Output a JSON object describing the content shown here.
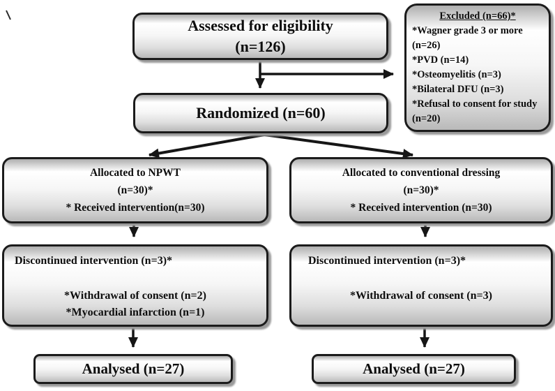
{
  "diagram": {
    "type": "consort-flowchart",
    "background": "#ffffff",
    "colors": {
      "box_border": "#1b1b1b",
      "box_fill_light": "#f6f6f6",
      "box_fill_dark": "#b9b9b9",
      "box_shadow": "#9a9a9a",
      "arrow": "#161616",
      "text": "#0d0d0d"
    }
  },
  "flowchart": {
    "stray_mark": "\\",
    "assessed": {
      "line1": "Assessed for eligibility",
      "line2": "(n=126)"
    },
    "excluded": {
      "title": "Excluded (n=66)*",
      "items": [
        "*Wagner grade 3 or more (n=26)",
        "*PVD (n=14)",
        "*Osteomyelitis (n=3)",
        "*Bilateral DFU (n=3)",
        "*Refusal to consent for study (n=20)"
      ]
    },
    "randomized": {
      "label": "Randomized (n=60)"
    },
    "npwt_allocation": {
      "line1": "Allocated to NPWT",
      "line2": "(n=30)*",
      "line3": "* Received intervention(n=30)"
    },
    "conventional_allocation": {
      "line1": "Allocated to conventional dressing",
      "line2": "(n=30)*",
      "line3": "* Received intervention (n=30)"
    },
    "npwt_discontinued": {
      "title": "Discontinued intervention (n=3)*",
      "items": [
        "*Withdrawal of consent (n=2)",
        "*Myocardial infarction (n=1)"
      ]
    },
    "conventional_discontinued": {
      "title": "Discontinued intervention (n=3)*",
      "items": [
        "*Withdrawal of consent (n=3)"
      ]
    },
    "npwt_analysed": {
      "label": "Analysed (n=27)"
    },
    "conventional_analysed": {
      "label": "Analysed (n=27)"
    }
  }
}
